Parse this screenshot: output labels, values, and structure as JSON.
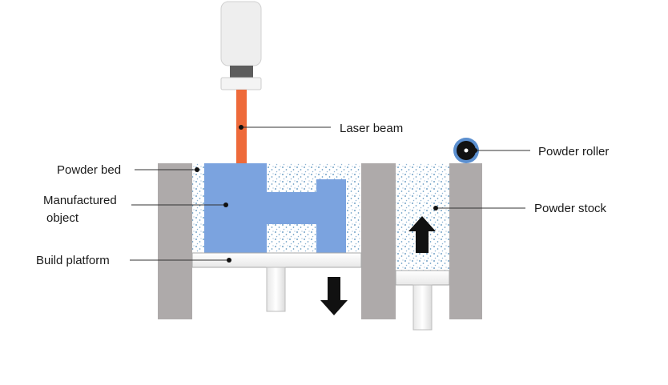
{
  "labels": {
    "laser_beam": "Laser beam",
    "powder_roller": "Powder roller",
    "powder_bed": "Powder bed",
    "manufactured_line1": "Manufactured",
    "manufactured_line2": "object",
    "powder_stock": "Powder stock",
    "build_platform": "Build platform"
  },
  "colors": {
    "wall": "#aeaaaa",
    "object": "#7ba3df",
    "laser": "#ee6a3a",
    "powder_dot": "#6a9cc4",
    "platform": "#f5f5f5",
    "arrow": "#111111",
    "roller_ring": "#5b8fcf",
    "laser_body": "#eeeeee",
    "laser_band": "#5d5d5d"
  },
  "icons": {
    "build_arrow": "arrow-down-icon",
    "stock_arrow": "arrow-up-icon",
    "roller": "roller-icon"
  }
}
